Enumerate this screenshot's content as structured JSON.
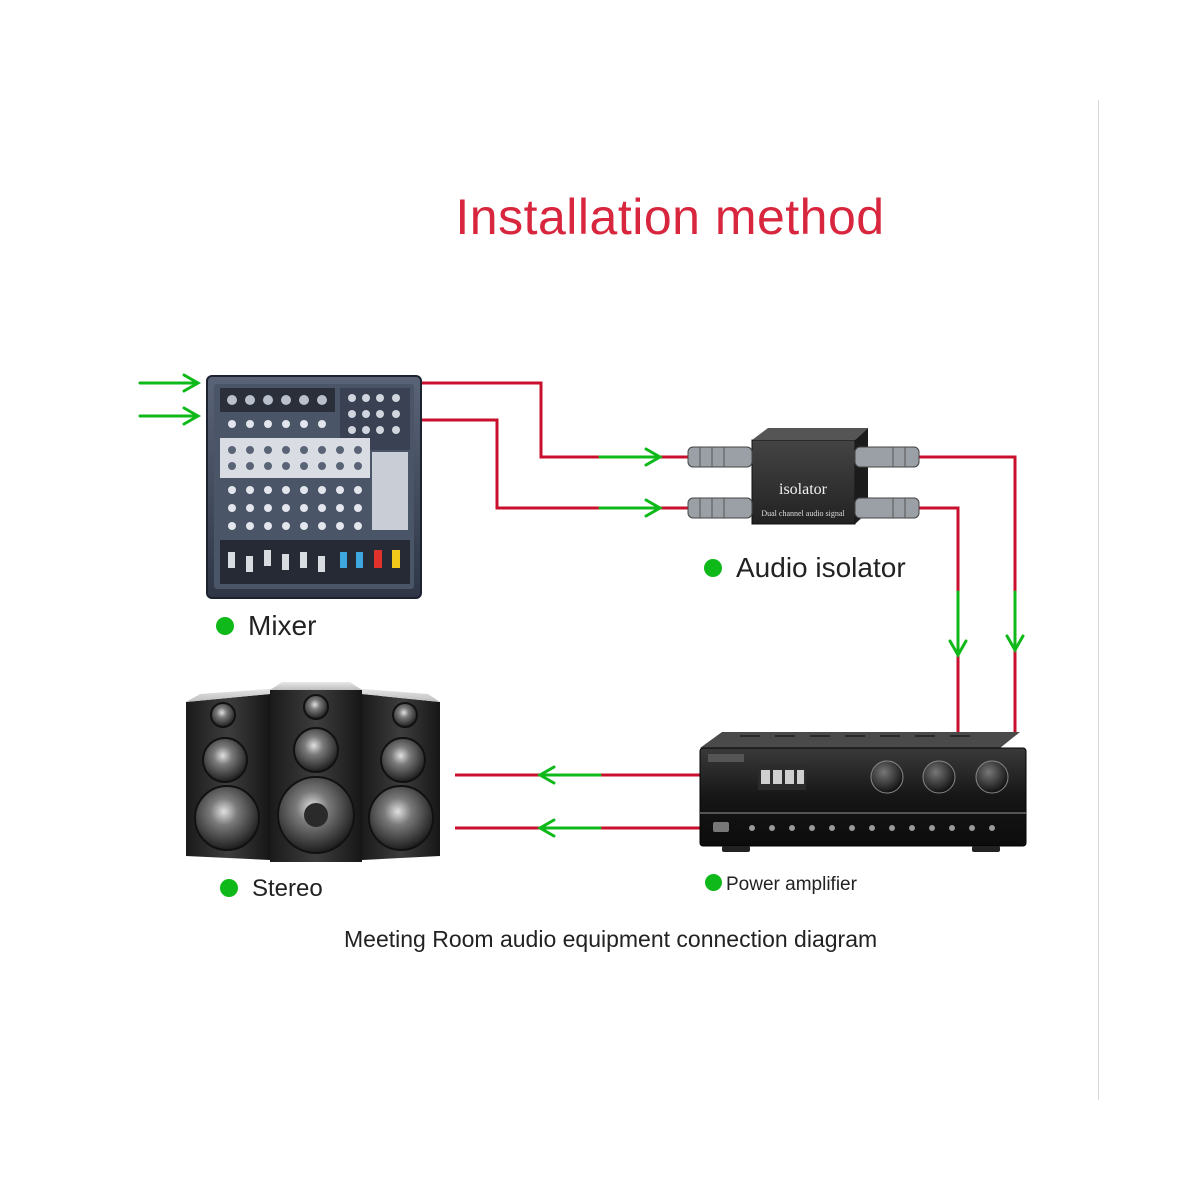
{
  "title": "Installation method",
  "labels": {
    "mixer": "Mixer",
    "audio_isolator": "Audio isolator",
    "stereo": "Stereo",
    "power_amplifier": "Power amplifier"
  },
  "isolator_device": {
    "name": "isolator",
    "subtitle": "Dual channel audio signal"
  },
  "caption": "Meeting Room audio equipment connection diagram",
  "colors": {
    "title": "#d7263d",
    "cable": "#c8102e",
    "arrow": "#10b91a",
    "dot": "#10b91a"
  }
}
